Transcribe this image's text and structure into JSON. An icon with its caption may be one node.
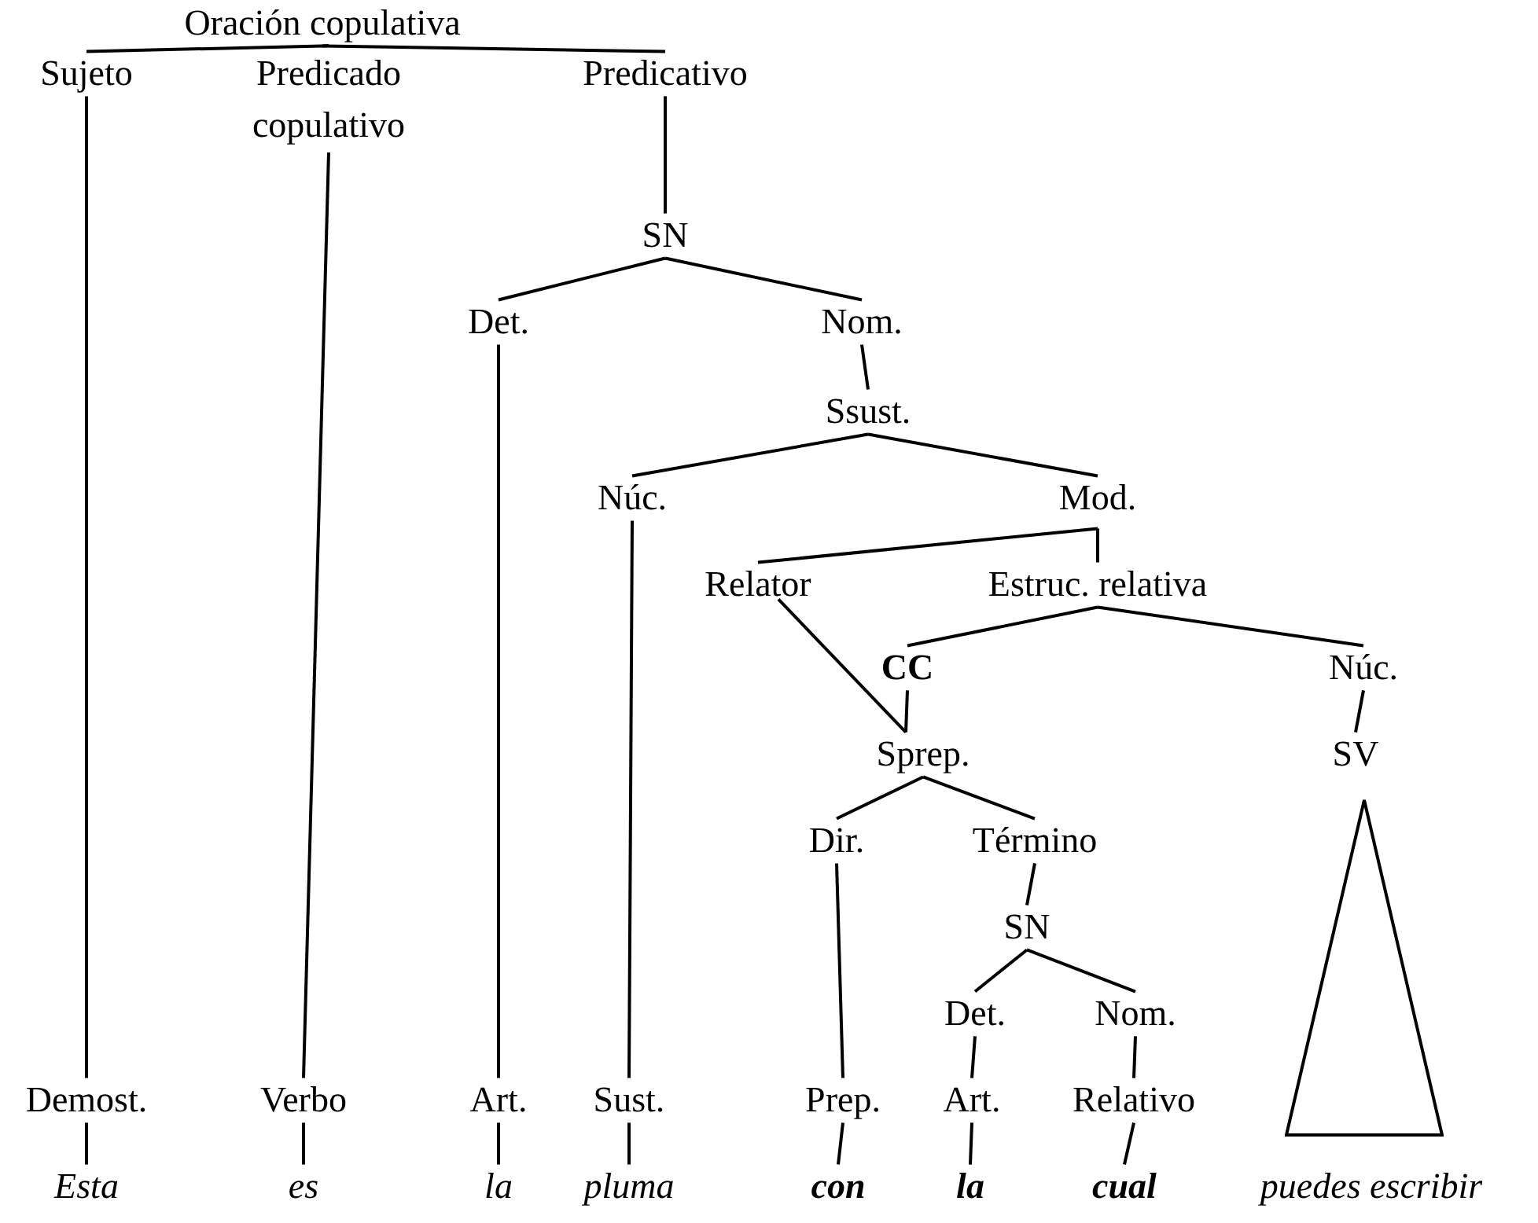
{
  "diagram": {
    "nodes": [
      {
        "text": [
          "Oración copulativa"
        ]
      },
      {
        "text": [
          "Sujeto"
        ]
      },
      {
        "text": [
          "Predicado copulativo"
        ]
      },
      {
        "text": [
          "Predicativo"
        ]
      },
      {
        "text": [
          "SN"
        ]
      },
      {
        "text": [
          "Det."
        ]
      },
      {
        "text": [
          "Nom."
        ]
      },
      {
        "text": [
          "Ssust."
        ]
      },
      {
        "text": [
          "Núc."
        ]
      },
      {
        "text": [
          "Mod."
        ]
      },
      {
        "text": [
          "Relator"
        ]
      },
      {
        "text": [
          "Estruc. relativa"
        ]
      },
      {
        "text": [
          "CC"
        ]
      },
      {
        "text": [
          "Núc."
        ]
      },
      {
        "text": [
          "Sprep."
        ]
      },
      {
        "text": [
          "SV"
        ]
      },
      {
        "text": [
          "Dir."
        ]
      },
      {
        "text": [
          "Término"
        ]
      },
      {
        "text": [
          "SN"
        ]
      },
      {
        "text": [
          "Det."
        ]
      },
      {
        "text": [
          "Nom."
        ]
      },
      {
        "text": [
          "Demost."
        ]
      },
      {
        "text": [
          "Verbo"
        ]
      },
      {
        "text": [
          "Art."
        ]
      },
      {
        "text": [
          "Sust."
        ]
      },
      {
        "text": [
          "Prep."
        ]
      },
      {
        "text": [
          "Art."
        ]
      },
      {
        "text": [
          "Relativo"
        ]
      },
      {
        "text": [
          "Esta"
        ]
      },
      {
        "text": [
          "es"
        ]
      },
      {
        "text": [
          "la"
        ]
      },
      {
        "text": [
          "pluma"
        ]
      },
      {
        "text": [
          "con"
        ]
      },
      {
        "text": [
          "la"
        ]
      },
      {
        "text": [
          "cual"
        ]
      },
      {
        "text": [],
        "shape": "triangle",
        "beside": [
          "puedes escribir"
        ]
      }
    ],
    "edges": [
      {
        "from": 0,
        "to": 1,
        "arrow": "none"
      },
      {
        "from": 0,
        "to": 2,
        "arrow": "none"
      },
      {
        "from": 0,
        "to": 3,
        "arrow": "none"
      },
      {
        "from": 3,
        "to": 4,
        "arrow": "none"
      },
      {
        "from": 4,
        "to": 5,
        "arrow": "none"
      },
      {
        "from": 4,
        "to": 6,
        "arrow": "none"
      },
      {
        "from": 6,
        "to": 7,
        "arrow": "none"
      },
      {
        "from": 7,
        "to": 8,
        "arrow": "none"
      },
      {
        "from": 7,
        "to": 9,
        "arrow": "none"
      },
      {
        "from": 9,
        "to": 10,
        "arrow": "none"
      },
      {
        "from": 9,
        "to": 11,
        "arrow": "none"
      },
      {
        "from": 11,
        "to": 12,
        "arrow": "none"
      },
      {
        "from": 11,
        "to": 13,
        "arrow": "none"
      },
      {
        "from": 10,
        "to": 14,
        "arrow": "none"
      },
      {
        "from": 12,
        "to": 14,
        "arrow": "none"
      },
      {
        "from": 13,
        "to": 15,
        "arrow": "none"
      },
      {
        "from": 14,
        "to": 16,
        "arrow": "none"
      },
      {
        "from": 14,
        "to": 17,
        "arrow": "none"
      },
      {
        "from": 17,
        "to": 18,
        "arrow": "none"
      },
      {
        "from": 18,
        "to": 19,
        "arrow": "none"
      },
      {
        "from": 18,
        "to": 20,
        "arrow": "none"
      },
      {
        "from": 1,
        "to": 21,
        "arrow": "none"
      },
      {
        "from": 2,
        "to": 22,
        "arrow": "none"
      },
      {
        "from": 5,
        "to": 23,
        "arrow": "none"
      },
      {
        "from": 8,
        "to": 24,
        "arrow": "none"
      },
      {
        "from": 16,
        "to": 25,
        "arrow": "none"
      },
      {
        "from": 19,
        "to": 26,
        "arrow": "none"
      },
      {
        "from": 20,
        "to": 27,
        "arrow": "none"
      },
      {
        "from": 21,
        "to": 28,
        "arrow": "none"
      },
      {
        "from": 22,
        "to": 29,
        "arrow": "none"
      },
      {
        "from": 23,
        "to": 30,
        "arrow": "none"
      },
      {
        "from": 24,
        "to": 31,
        "arrow": "none"
      },
      {
        "from": 25,
        "to": 32,
        "arrow": "none"
      },
      {
        "from": 26,
        "to": 33,
        "arrow": "none"
      },
      {
        "from": 27,
        "to": 34,
        "arrow": "none"
      }
    ]
  }
}
